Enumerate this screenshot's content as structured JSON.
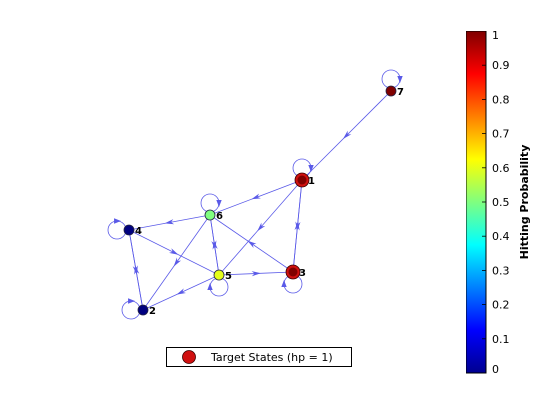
{
  "graph": {
    "nodes": [
      {
        "id": "1",
        "label": "1",
        "hp": 1.0,
        "target": true
      },
      {
        "id": "2",
        "label": "2",
        "hp": 0.0,
        "target": false
      },
      {
        "id": "3",
        "label": "3",
        "hp": 1.0,
        "target": true
      },
      {
        "id": "4",
        "label": "4",
        "hp": 0.0,
        "target": false
      },
      {
        "id": "5",
        "label": "5",
        "hp": 0.6,
        "target": false
      },
      {
        "id": "6",
        "label": "6",
        "hp": 0.5,
        "target": false
      },
      {
        "id": "7",
        "label": "7",
        "hp": 1.0,
        "target": false
      }
    ],
    "edges": [
      {
        "from": "7",
        "to": "7"
      },
      {
        "from": "7",
        "to": "1"
      },
      {
        "from": "1",
        "to": "1"
      },
      {
        "from": "1",
        "to": "6"
      },
      {
        "from": "1",
        "to": "5"
      },
      {
        "from": "1",
        "to": "3"
      },
      {
        "from": "3",
        "to": "1"
      },
      {
        "from": "3",
        "to": "3"
      },
      {
        "from": "3",
        "to": "6"
      },
      {
        "from": "6",
        "to": "6"
      },
      {
        "from": "6",
        "to": "4"
      },
      {
        "from": "6",
        "to": "5"
      },
      {
        "from": "6",
        "to": "2"
      },
      {
        "from": "5",
        "to": "6"
      },
      {
        "from": "5",
        "to": "3"
      },
      {
        "from": "5",
        "to": "2"
      },
      {
        "from": "5",
        "to": "5"
      },
      {
        "from": "4",
        "to": "4"
      },
      {
        "from": "4",
        "to": "5"
      },
      {
        "from": "4",
        "to": "2"
      },
      {
        "from": "2",
        "to": "4"
      },
      {
        "from": "2",
        "to": "2"
      }
    ],
    "edge_color": "#5a5ae8",
    "colormap": "jet"
  },
  "colorbar": {
    "title": "Hitting Probability",
    "ticks": [
      "0",
      "0.1",
      "0.2",
      "0.3",
      "0.4",
      "0.5",
      "0.6",
      "0.7",
      "0.8",
      "0.9",
      "1"
    ]
  },
  "legend": {
    "label": "Target States (hp = 1)",
    "marker_color": "#d01010"
  }
}
